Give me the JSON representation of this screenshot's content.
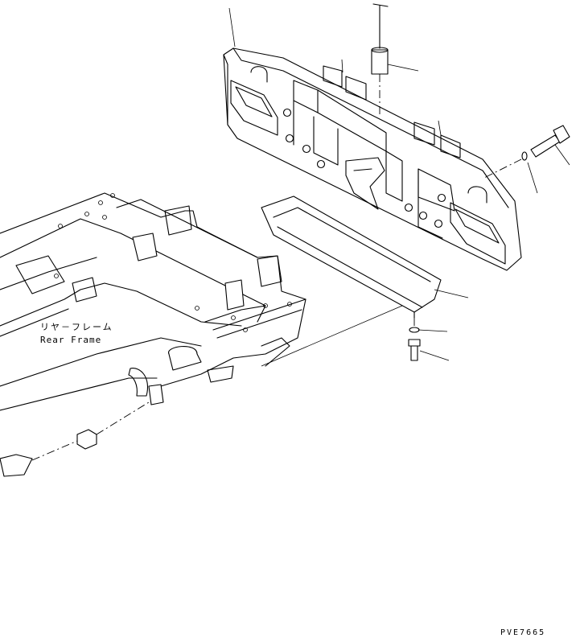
{
  "labels": {
    "rear_frame_jp": "リヤ－フレーム",
    "rear_frame_en": "Rear Frame",
    "drawing_code": "PVE7665"
  }
}
